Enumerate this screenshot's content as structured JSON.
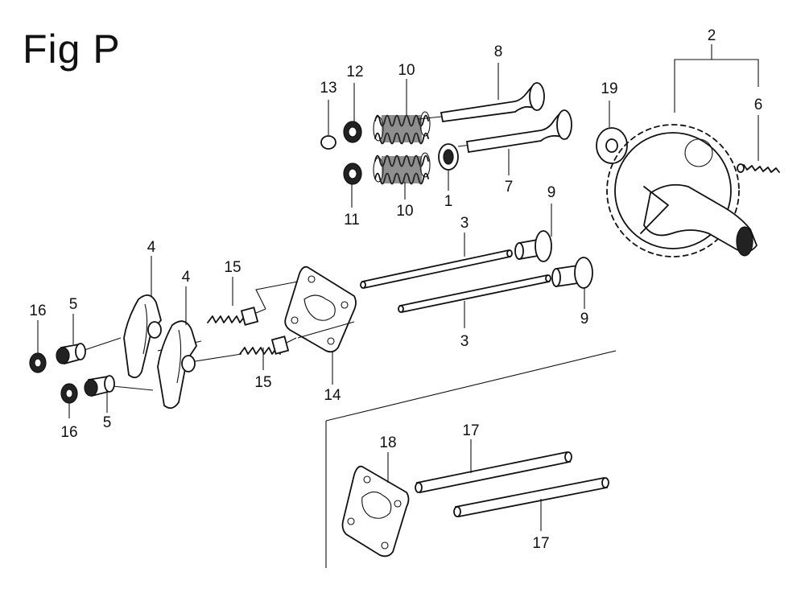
{
  "figure": {
    "title": "Fig P"
  },
  "callouts": [
    {
      "id": "c13",
      "label": "13"
    },
    {
      "id": "c12",
      "label": "12"
    },
    {
      "id": "c10a",
      "label": "10"
    },
    {
      "id": "c8",
      "label": "8"
    },
    {
      "id": "c2",
      "label": "2"
    },
    {
      "id": "c19",
      "label": "19"
    },
    {
      "id": "c6",
      "label": "6"
    },
    {
      "id": "c7",
      "label": "7"
    },
    {
      "id": "c11",
      "label": "11"
    },
    {
      "id": "c10b",
      "label": "10"
    },
    {
      "id": "c1",
      "label": "1"
    },
    {
      "id": "c9a",
      "label": "9"
    },
    {
      "id": "c3a",
      "label": "3"
    },
    {
      "id": "c4a",
      "label": "4"
    },
    {
      "id": "c4b",
      "label": "4"
    },
    {
      "id": "c15a",
      "label": "15"
    },
    {
      "id": "c16a",
      "label": "16"
    },
    {
      "id": "c5a",
      "label": "5"
    },
    {
      "id": "c9b",
      "label": "9"
    },
    {
      "id": "c3b",
      "label": "3"
    },
    {
      "id": "c15b",
      "label": "15"
    },
    {
      "id": "c14",
      "label": "14"
    },
    {
      "id": "c16b",
      "label": "16"
    },
    {
      "id": "c5b",
      "label": "5"
    },
    {
      "id": "c18",
      "label": "18"
    },
    {
      "id": "c17a",
      "label": "17"
    },
    {
      "id": "c17b",
      "label": "17"
    }
  ]
}
